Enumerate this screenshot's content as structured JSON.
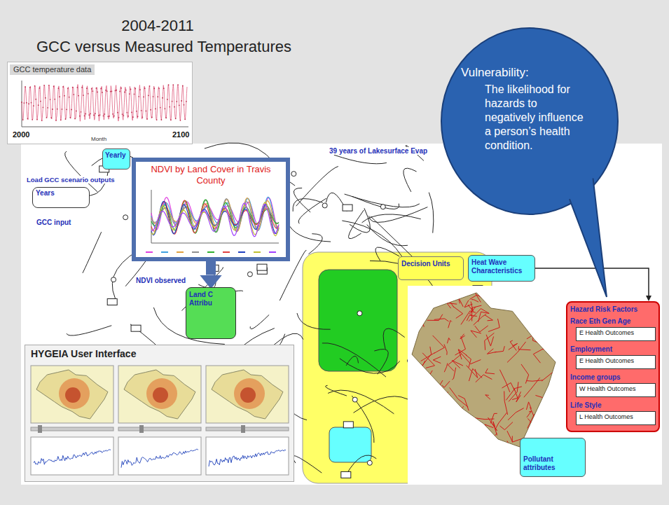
{
  "diagram": {
    "title": "2004-2011",
    "nodes": [
      {
        "text": [
          "GCC temperature data"
        ]
      },
      {
        "text": [
          "Vulnerability:",
          "The likelihood for hazards to negatively influence a person’s health condition."
        ]
      },
      {
        "text": [
          "Load GCC scenario outputs",
          "Years"
        ]
      },
      {
        "text": [
          "Yearly"
        ]
      },
      {
        "text": [
          "NDVI by Land Cover in Travis County"
        ]
      },
      {
        "text": [
          "Land C",
          "Attribu"
        ]
      },
      {
        "text": [
          "Decision Units"
        ]
      },
      {
        "text": [
          "Heat Wave Characteristics"
        ]
      },
      {
        "text": [
          "Hazard Risk Factors"
        ]
      },
      {
        "text": [
          "Race Eth Gen Age",
          "E Health Outcomes"
        ],
        "in": 8
      },
      {
        "text": [
          "Employment",
          "E Health Outcomes"
        ],
        "in": 8
      },
      {
        "text": [
          "Income groups",
          "W Health Outcomes"
        ],
        "in": 8
      },
      {
        "text": [
          "Life Style",
          "L Health Outcomes"
        ],
        "in": 8
      },
      {
        "text": [
          "HYGEIA User Interface"
        ]
      },
      {
        "text": [
          "Pollutant attributes"
        ]
      }
    ],
    "edges": [
      {
        "from": 4,
        "to": 5,
        "arrow": "to"
      },
      {
        "from": 7,
        "to": 8,
        "arrow": "to"
      }
    ],
    "labels": [
      "GCC versus Measured Temperatures",
      "2000",
      "2100",
      "Month",
      "39 years of Lakesurface Evap",
      "GCC input",
      "NDVI observed"
    ]
  }
}
